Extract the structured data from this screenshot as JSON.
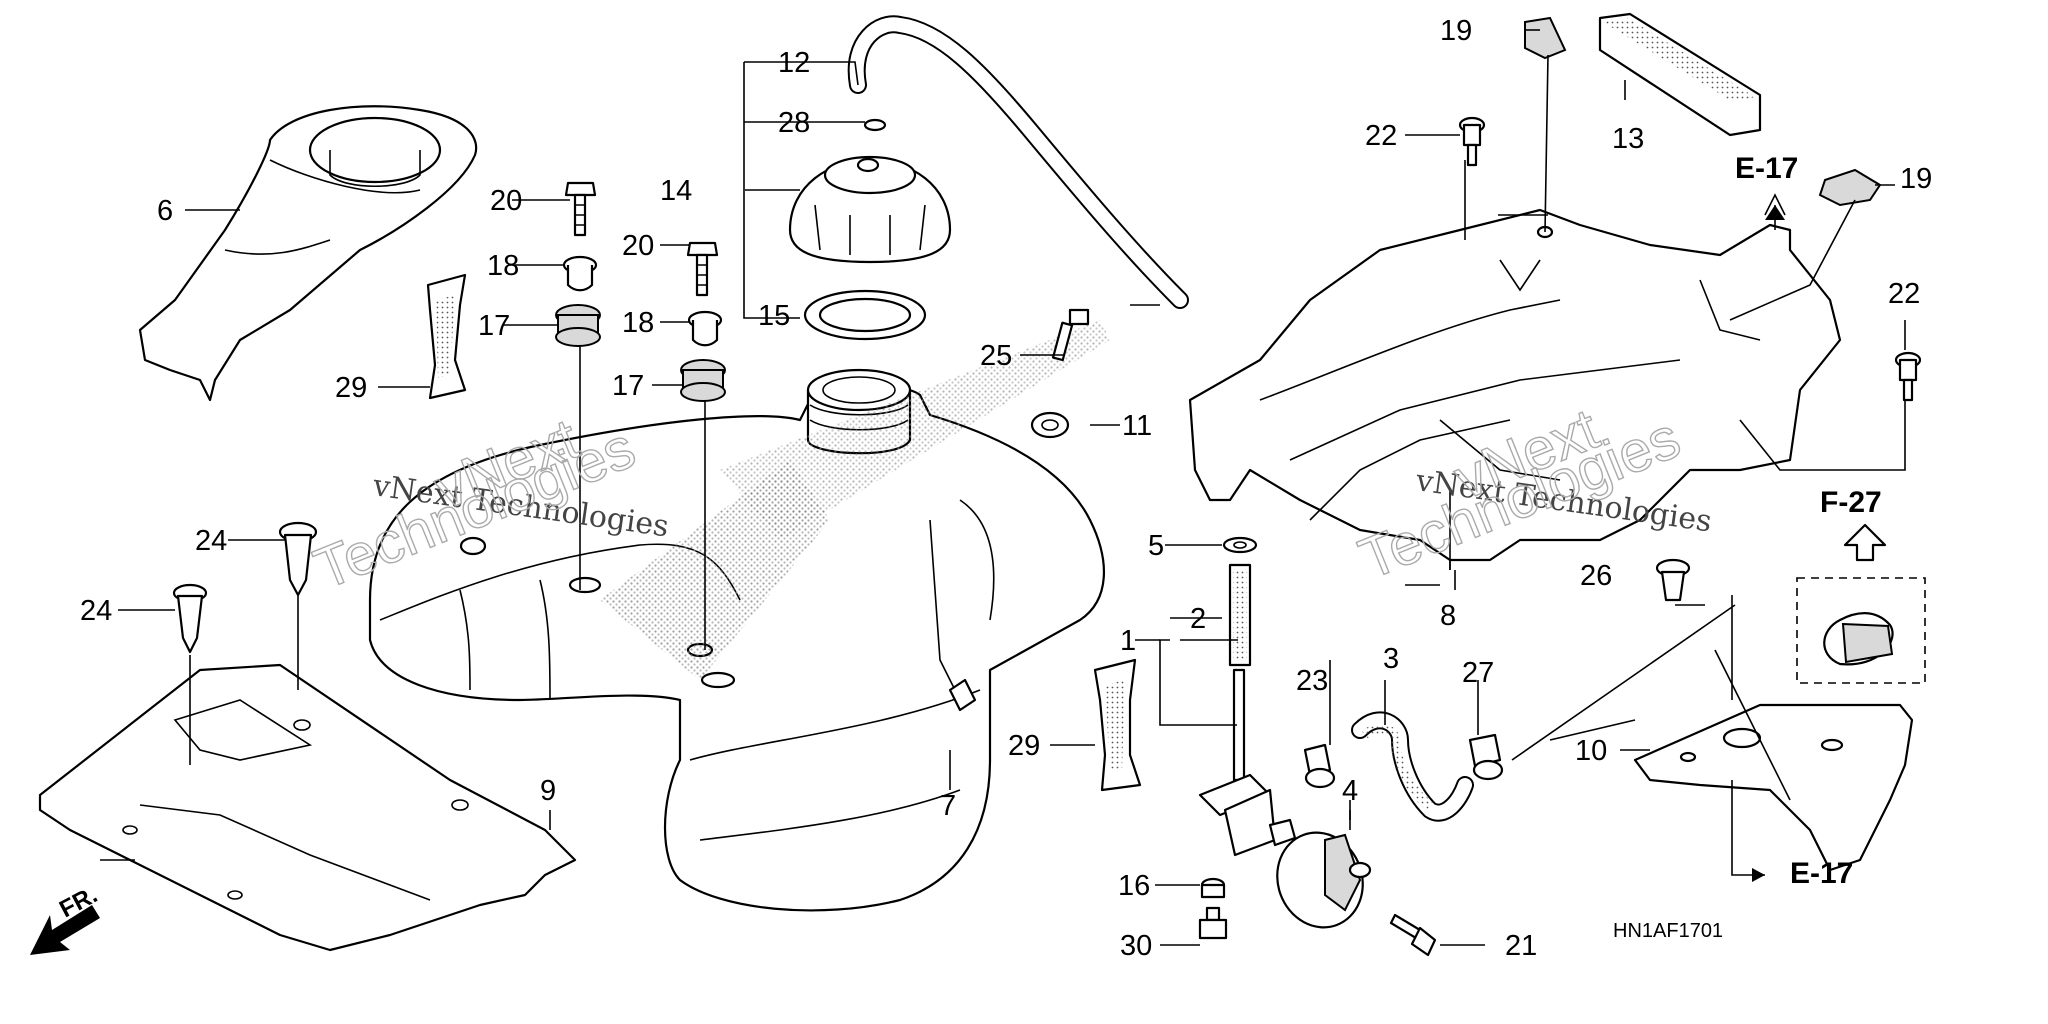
{
  "callouts": [
    {
      "id": "c1",
      "label": "1"
    },
    {
      "id": "c2",
      "label": "2"
    },
    {
      "id": "c3",
      "label": "3"
    },
    {
      "id": "c4",
      "label": "4"
    },
    {
      "id": "c5",
      "label": "5"
    },
    {
      "id": "c6",
      "label": "6"
    },
    {
      "id": "c7",
      "label": "7"
    },
    {
      "id": "c8",
      "label": "8"
    },
    {
      "id": "c9",
      "label": "9"
    },
    {
      "id": "c10",
      "label": "10"
    },
    {
      "id": "c11",
      "label": "11"
    },
    {
      "id": "c12",
      "label": "12"
    },
    {
      "id": "c13",
      "label": "13"
    },
    {
      "id": "c14",
      "label": "14"
    },
    {
      "id": "c15",
      "label": "15"
    },
    {
      "id": "c16",
      "label": "16"
    },
    {
      "id": "c17a",
      "label": "17"
    },
    {
      "id": "c17b",
      "label": "17"
    },
    {
      "id": "c18a",
      "label": "18"
    },
    {
      "id": "c18b",
      "label": "18"
    },
    {
      "id": "c19a",
      "label": "19"
    },
    {
      "id": "c19b",
      "label": "19"
    },
    {
      "id": "c20a",
      "label": "20"
    },
    {
      "id": "c20b",
      "label": "20"
    },
    {
      "id": "c21",
      "label": "21"
    },
    {
      "id": "c22a",
      "label": "22"
    },
    {
      "id": "c22b",
      "label": "22"
    },
    {
      "id": "c23",
      "label": "23"
    },
    {
      "id": "c24a",
      "label": "24"
    },
    {
      "id": "c24b",
      "label": "24"
    },
    {
      "id": "c25",
      "label": "25"
    },
    {
      "id": "c26",
      "label": "26"
    },
    {
      "id": "c27",
      "label": "27"
    },
    {
      "id": "c28",
      "label": "28"
    },
    {
      "id": "c29a",
      "label": "29"
    },
    {
      "id": "c29b",
      "label": "29"
    },
    {
      "id": "c30",
      "label": "30"
    }
  ],
  "references": {
    "e17_top": "E-17",
    "e17_bottom": "E-17",
    "f27": "F-27"
  },
  "front_marker": "FR.",
  "diagram_code": "HN1AF1701",
  "watermark": {
    "line1": "vNext Technologies",
    "line2a": "vNext",
    "line2b": "Technologies"
  }
}
